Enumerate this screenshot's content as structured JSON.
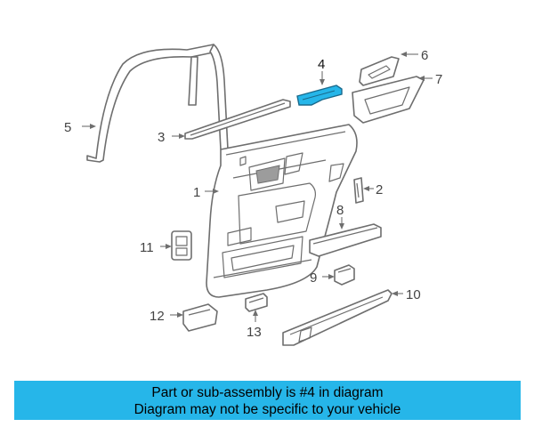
{
  "callouts": {
    "c1": "1",
    "c2": "2",
    "c3": "3",
    "c4": "4",
    "c5": "5",
    "c6": "6",
    "c7": "7",
    "c8": "8",
    "c9": "9",
    "c10": "10",
    "c11": "11",
    "c12": "12",
    "c13": "13"
  },
  "highlight": {
    "part": "4",
    "color": "#26b6e9"
  },
  "banner": {
    "line1": "Part or sub-assembly is #4 in diagram",
    "line2": "Diagram may not be specific to your vehicle",
    "background": "#26b6e9"
  }
}
